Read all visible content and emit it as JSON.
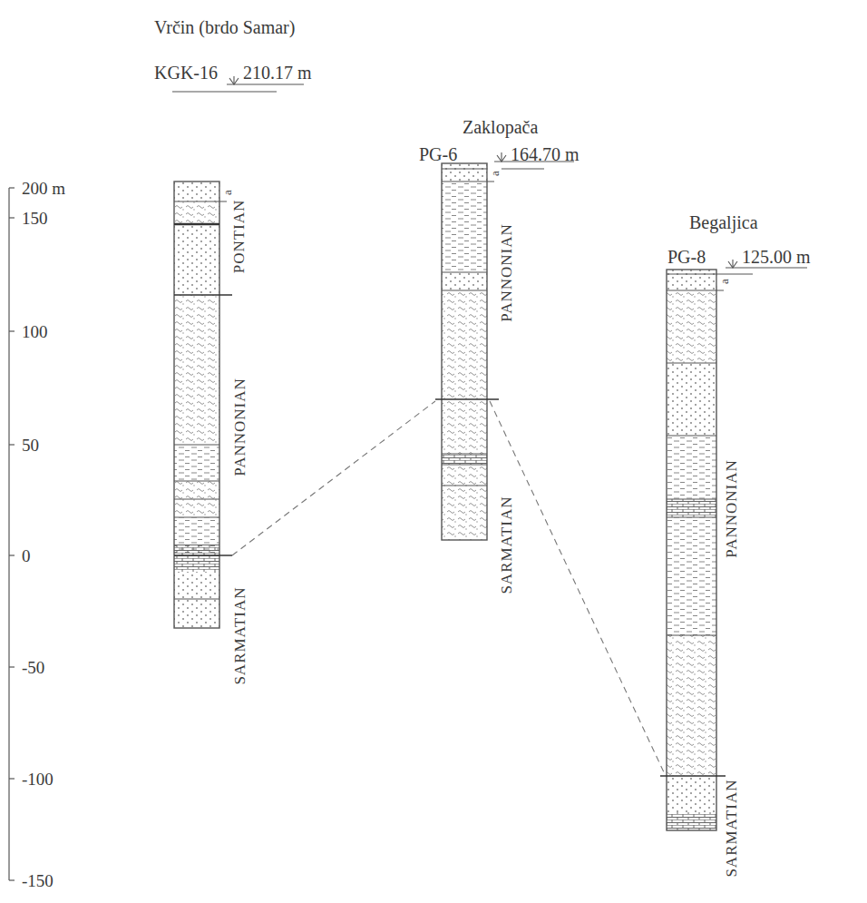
{
  "diagram": {
    "labels": [
      "Vrčin (brdo Samar)",
      "KGK-16",
      "210.17 m",
      "a",
      "PONTIAN",
      "PANNONIAN",
      "SARMATIAN",
      "Zaklopača",
      "PG-6",
      "164.70 m",
      "a",
      "PANNONIAN",
      "SARMATIAN",
      "Begaljica",
      "PG-8",
      "125.00 m",
      "a",
      "PANNONIAN",
      "SARMATIAN",
      "200 m",
      "150",
      "100",
      "50",
      "0",
      "-50",
      "-100",
      "-150"
    ]
  }
}
